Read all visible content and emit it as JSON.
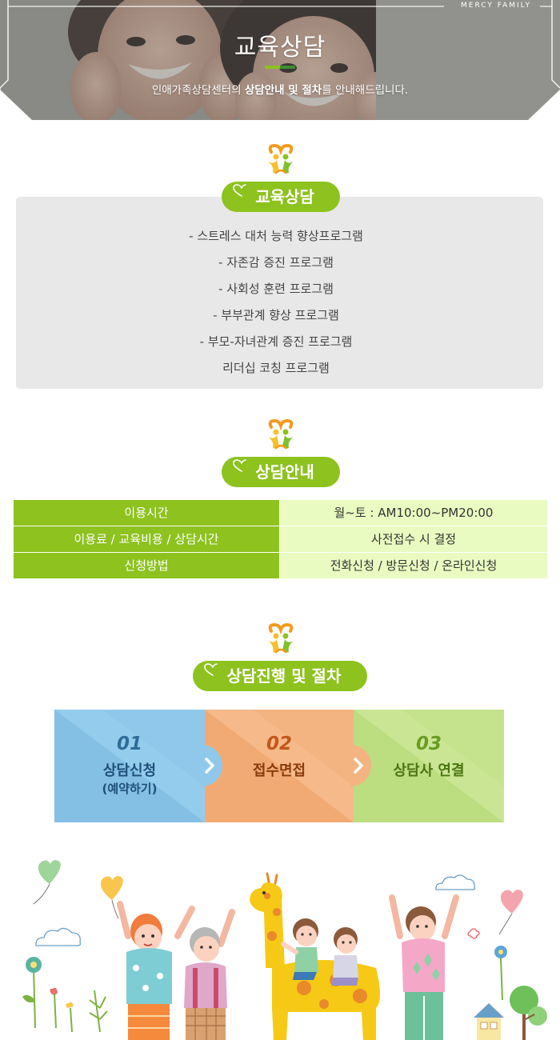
{
  "hero": {
    "brand": "MERCY FAMILY",
    "title": "교육상담",
    "subtitle_pre": "인애가족상담센터의 ",
    "subtitle_bold": "상담안내 및 절차",
    "subtitle_post": "를 안내해드립니다."
  },
  "sections": {
    "education": {
      "title": "교육상담",
      "items": [
        "- 스트레스 대처 능력 향상프로그램",
        "- 자존감 증진 프로그램",
        "- 사회성 훈련 프로그램",
        "- 부부관계 향상 프로그램",
        "- 부모-자녀관계 증진 프로그램",
        "리더십 코칭 프로그램"
      ]
    },
    "guide": {
      "title": "상담안내",
      "rows": [
        {
          "key": "이용시간",
          "value": "월~토 : AM10:00~PM20:00"
        },
        {
          "key": "이용료 / 교육비용 / 상담시간",
          "value": "사전접수 시 결정"
        },
        {
          "key": "신청방법",
          "value": "전화신청 / 방문신청 / 온라인신청"
        }
      ]
    },
    "process": {
      "title": "상담진행 및 절차",
      "steps": [
        {
          "num": "01",
          "name": "상담신청",
          "sub": "(예약하기)"
        },
        {
          "num": "02",
          "name": "접수면접",
          "sub": ""
        },
        {
          "num": "03",
          "name": "상담사 연결",
          "sub": ""
        }
      ]
    }
  },
  "colors": {
    "accent_green": "#8dc21f",
    "light_green": "#e9fbc1",
    "step1": "#8fc8ea",
    "step2": "#f4b482",
    "step3": "#c5e38c"
  },
  "icons": {
    "section_logo": "mercy-family-logo-icon",
    "pill_heart": "heart-outline-icon",
    "step_arrow": "chevron-right-icon"
  }
}
